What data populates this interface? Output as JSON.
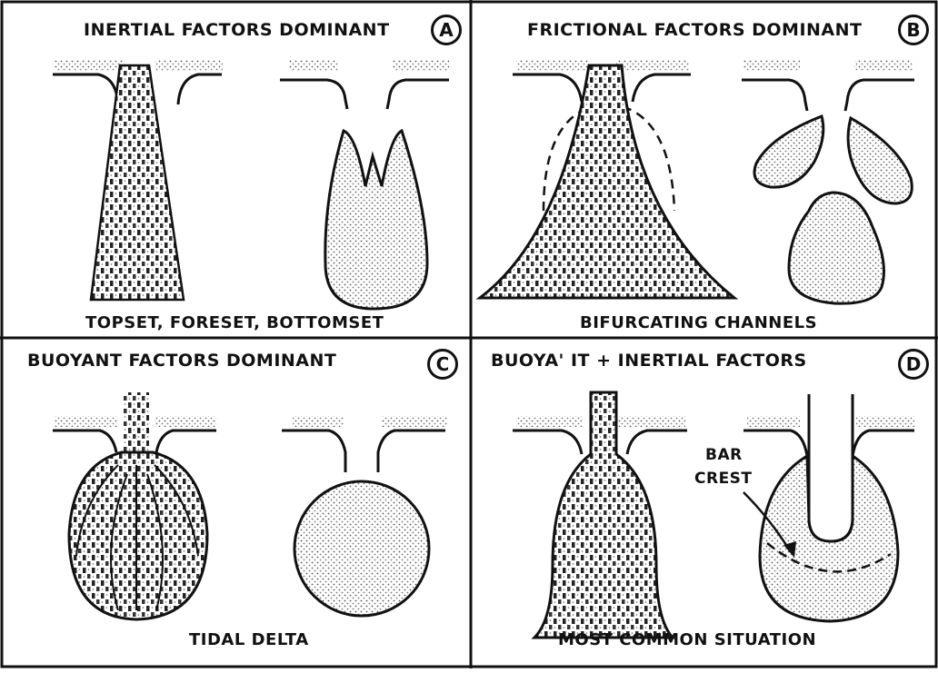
{
  "panels": {
    "a": {
      "title": "INERTIAL FACTORS DOMINANT",
      "badge": "A",
      "caption": "TOPSET, FORESET, BOTTOMSET"
    },
    "b": {
      "title": "FRICTIONAL FACTORS DOMINANT",
      "badge": "B",
      "caption": "BIFURCATING CHANNELS"
    },
    "c": {
      "title": "BUOYANT FACTORS DOMINANT",
      "badge": "C",
      "caption": "TIDAL DELTA"
    },
    "d": {
      "title": "BUOYA' IT + INERTIAL FACTORS",
      "badge": "D",
      "caption": "MOST COMMON SITUATION",
      "bar_label_line1": "BAR",
      "bar_label_line2": "CREST"
    }
  },
  "colors": {
    "ink": "#111111",
    "stipple": "#9a9a9a",
    "background": "#ffffff"
  }
}
